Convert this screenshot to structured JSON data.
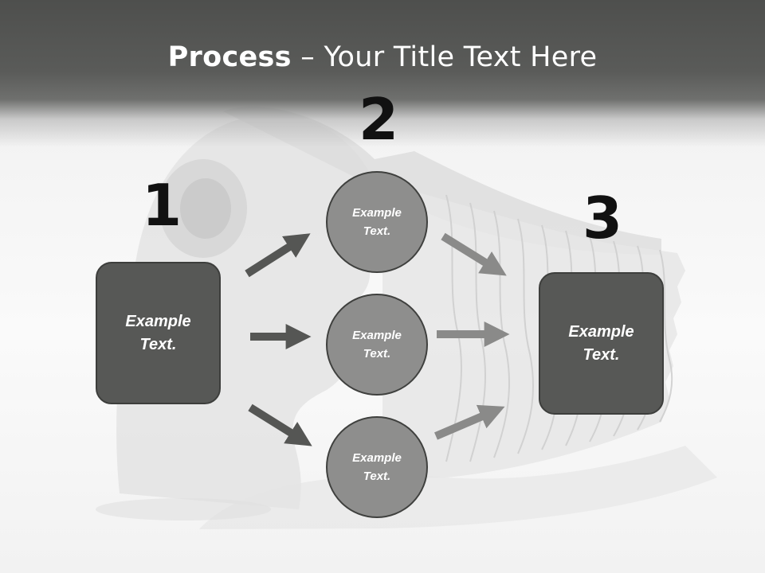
{
  "title": {
    "bold": "Process",
    "rest": " – Your Title Text Here"
  },
  "steps": [
    {
      "number": "1",
      "text": "Example Text."
    },
    {
      "number": "2",
      "items": [
        "Example Text.",
        "Example Text.",
        "Example Text."
      ]
    },
    {
      "number": "3",
      "text": "Example Text."
    }
  ],
  "colors": {
    "header": "#555654",
    "box_fill": "#575856",
    "circle_fill": "#8e8e8d",
    "arrow_dark": "#555654",
    "arrow_light": "#8a8a89"
  },
  "background_image": "stylized-head-silhouettes"
}
